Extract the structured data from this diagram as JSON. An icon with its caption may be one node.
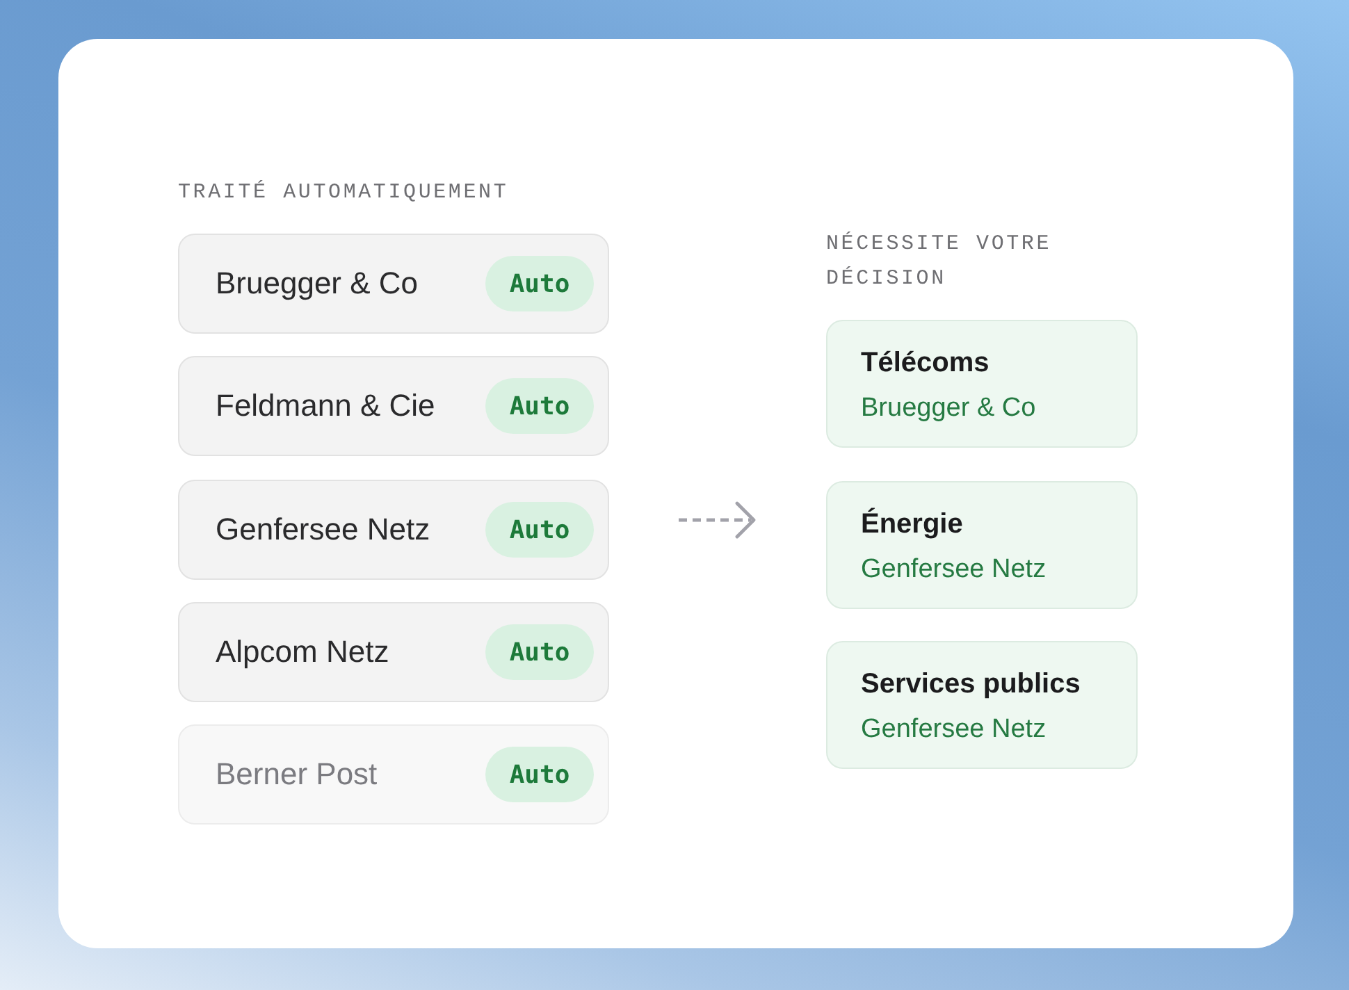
{
  "diagram": {
    "nodes": [
      {
        "text": [
          "Bruegger & Co",
          "Auto"
        ]
      },
      {
        "text": [
          "Feldmann & Cie",
          "Auto"
        ]
      },
      {
        "text": [
          "Genfersee Netz",
          "Auto"
        ]
      },
      {
        "text": [
          "Alpcom Netz",
          "Auto"
        ]
      },
      {
        "text": [
          "Berner Post",
          "Auto"
        ]
      },
      {
        "text": [
          "Télécoms",
          "Bruegger & Co"
        ]
      },
      {
        "text": [
          "Énergie",
          "Genfersee Netz"
        ]
      },
      {
        "text": [
          "Services publics",
          "Genfersee Netz"
        ]
      }
    ],
    "labels": [
      "TRAITÉ AUTOMATIQUEMENT",
      "NÉCESSITE VOTRE DÉCISION"
    ]
  }
}
